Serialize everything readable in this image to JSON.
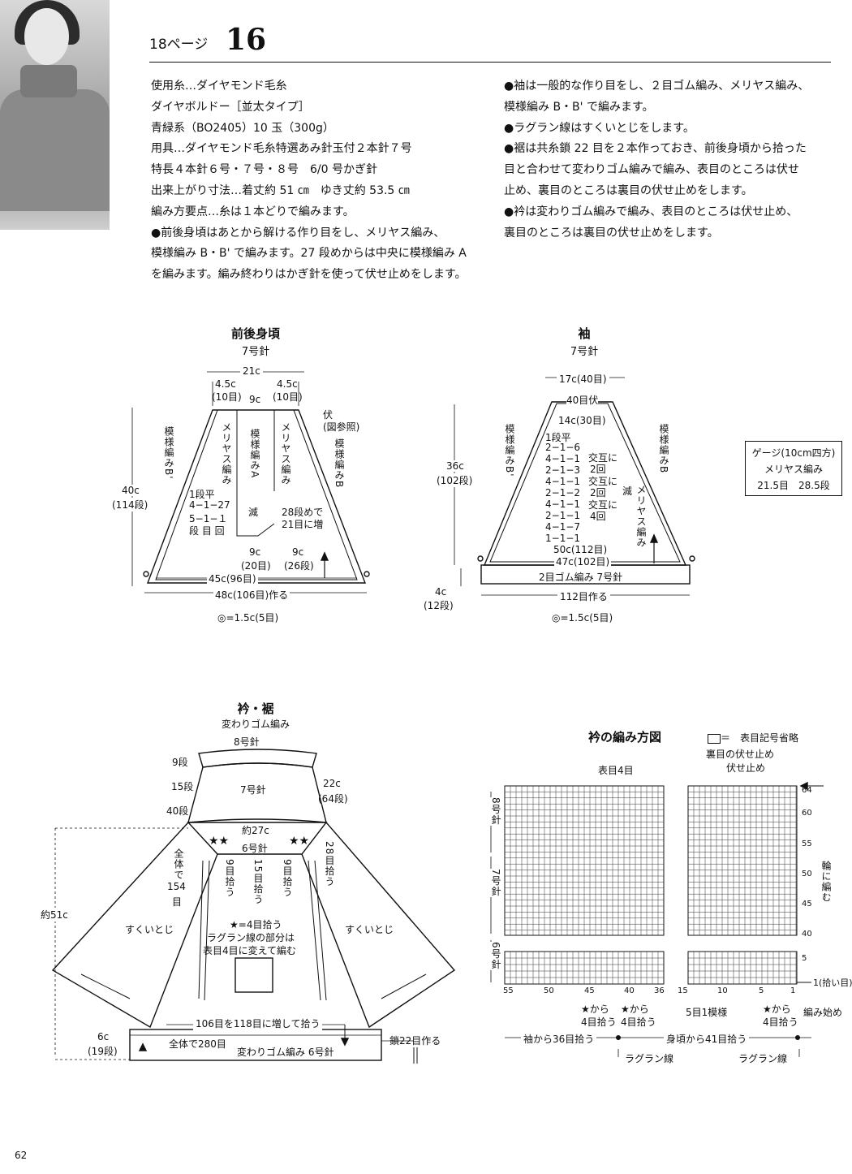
{
  "header": {
    "page_ref": "18ページ",
    "pattern_number": "16"
  },
  "instructions_left": [
    "使用糸…ダイヤモンド毛糸",
    "ダイヤボルドー［並太タイプ］",
    "青緑系（BO2405）10 玉（300g）",
    "用具…ダイヤモンド毛糸特選あみ針玉付２本針７号",
    "特長４本針６号・７号・８号　6/0 号かぎ針",
    "出来上がり寸法…着丈約 51 ㎝　ゆき丈約 53.5 ㎝",
    "編み方要点…糸は１本どりで編みます。",
    "●前後身頃はあとから解ける作り目をし、メリヤス編み、",
    "模様編み B・B' で編みます。27 段めからは中央に模様編み A",
    "を編みます。編み終わりはかぎ針を使って伏せ止めをします。"
  ],
  "instructions_right": [
    "●袖は一般的な作り目をし、２目ゴム編み、メリヤス編み、",
    "模様編み B・B' で編みます。",
    "●ラグラン線はすくいとじをします。",
    "●裾は共糸鎖 22 目を２本作っておき、前後身頃から拾った",
    "目と合わせて変わりゴム編みで編み、表目のところは伏せ",
    "止め、裏目のところは裏目の伏せ止めをします。",
    "●衿は変わりゴム編みで編み、表目のところは伏せ止め、",
    "裏目のところは裏目の伏せ止めをします。"
  ],
  "body_diagram": {
    "title": "前後身頃",
    "needle": "7号針",
    "top_width": "21c",
    "side_top": "4.5c",
    "side_top_sts": "(10目)",
    "center": "9c",
    "bind_off": "伏",
    "bind_off_note": "(図参照)",
    "col_stockinette": "メリヤス編み",
    "col_pattern_a": "模様編みA",
    "side_b_prime": "模様編みB'",
    "side_b": "模様編みB",
    "height": "40c",
    "height_rows": "(114段)",
    "dec_1": "1段平",
    "dec_2": "4−1−27",
    "dec_3": "5−1−１",
    "dec_4": "段 目 回",
    "dec_label": "減",
    "inc_1": "28段めで",
    "inc_2": "21目に増",
    "center_bottom": "9c",
    "center_bottom_sts": "(20目)",
    "rows_26": "9c",
    "rows_26_label": "(26段)",
    "bottom_inner": "45c(96目)",
    "bottom_cast": "48c(106目)作る",
    "mark_note": "◎=1.5c(5目)"
  },
  "sleeve_diagram": {
    "title": "袖",
    "needle": "7号針",
    "top": "17c(40目)",
    "top_bind": "40目伏",
    "inner_top": "14c(30目)",
    "height": "36c",
    "height_rows": "(102段)",
    "side_b_prime": "模様編みB'",
    "side_b": "模様編みB",
    "stockinette": "メリヤス編み",
    "dec": [
      "1段平",
      "2−1−6",
      "4−1−1",
      "2−1−3",
      "4−1−1",
      "2−1−2",
      "4−1−1",
      "2−1−1",
      "4−1−7",
      "1−1−1"
    ],
    "alt_1": "交互に",
    "alt_1b": "2回",
    "alt_2": "交互に",
    "alt_2b": "2回",
    "alt_3": "交互に",
    "alt_3b": "4回",
    "dec_label": "減",
    "w1": "50c(112目)",
    "w2": "47c(102目)",
    "rib": "2目ゴム編み 7号針",
    "cast": "112目作る",
    "rib_h": "4c",
    "rib_rows": "(12段)",
    "mark_note": "◎=1.5c(5目)"
  },
  "gauge": {
    "l1": "ゲージ(10cm四方)",
    "l2": "メリヤス編み",
    "l3": "21.5目　28.5段"
  },
  "collar_diagram": {
    "title": "衿・裾",
    "sub": "変わりゴム編み",
    "n8": "8号針",
    "r9": "9段",
    "r15": "15段",
    "r40": "40段",
    "n7": "7号針",
    "n6": "6号針",
    "h22": "22c",
    "h22r": "(64段)",
    "w27": "約27c",
    "total": "全体で",
    "total_n": "154",
    "total_unit": "目",
    "pick9a": "9目拾う",
    "pick15": "15目拾う",
    "pick9b": "9目拾う",
    "pick28": "28目拾う",
    "sukui_l": "すくいとじ",
    "sukui_r": "すくいとじ",
    "star_note": "★=4目拾う",
    "rag1": "ラグラン線の部分は",
    "rag2": "表目4目に変えて編む",
    "height": "約51c",
    "inc": "106目を118目に増して拾う",
    "hem_h": "6c",
    "hem_rows": "(19段)",
    "total280": "全体で280目",
    "hem_rib": "変わりゴム編み 6号針",
    "chain": "鎖22目作る"
  },
  "chart_diagram": {
    "title": "衿の編み方図",
    "legend": "＝　表目記号省略",
    "purl_bind": "裏目の伏せ止め",
    "knit_bind": "伏せ止め",
    "knit4": "表目4目",
    "n8": "8号針",
    "n7": "7号針",
    "n6": "6号針",
    "rows": [
      "64",
      "60",
      "55",
      "50",
      "45",
      "40",
      "5",
      "1"
    ],
    "round": "輪に編む",
    "pickup_row": "1(拾い目)",
    "cols": [
      "55",
      "50",
      "45",
      "40",
      "36",
      "15",
      "10",
      "5",
      "1"
    ],
    "from_star_a": "★から",
    "pick4a": "4目拾う",
    "from_star_b": "★から",
    "pick4b": "4目拾う",
    "repeat": "5目1模様",
    "from_star_c": "★から",
    "pick4c": "4目拾う",
    "start": "編み始め",
    "sleeve_pick": "袖から36目拾う",
    "body_pick": "身頃から41目拾う",
    "raglan_l": "ラグラン線",
    "raglan_r": "ラグラン線"
  },
  "footer": {
    "page": "62"
  }
}
